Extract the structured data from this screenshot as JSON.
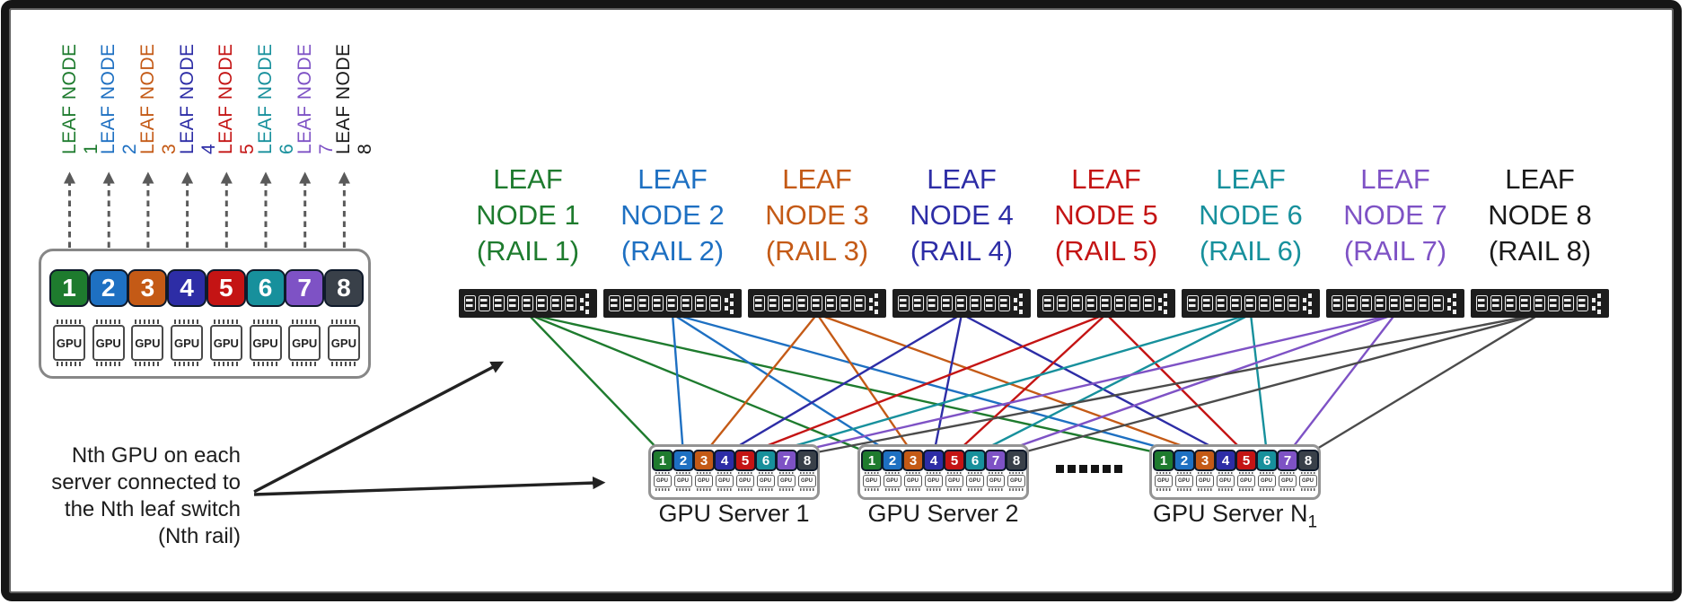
{
  "rails": [
    {
      "num": "1",
      "vertical_label": "LEAF NODE 1",
      "label_lines": [
        "LEAF",
        "NODE 1",
        "(RAIL 1)"
      ],
      "color": "#1e7b2e",
      "badge_color": "#1e7b2e",
      "line_color": "#1e7b2e"
    },
    {
      "num": "2",
      "vertical_label": "LEAF NODE 2",
      "label_lines": [
        "LEAF",
        "NODE 2",
        "(RAIL 2)"
      ],
      "color": "#1e70c2",
      "badge_color": "#1e70c2",
      "line_color": "#1e70c2"
    },
    {
      "num": "3",
      "vertical_label": "LEAF NODE 3",
      "label_lines": [
        "LEAF",
        "NODE 3",
        "(RAIL 3)"
      ],
      "color": "#c45a16",
      "badge_color": "#c45a16",
      "line_color": "#c45a16"
    },
    {
      "num": "4",
      "vertical_label": "LEAF NODE 4",
      "label_lines": [
        "LEAF",
        "NODE 4",
        "(RAIL 4)"
      ],
      "color": "#2d2da6",
      "badge_color": "#2d2da6",
      "line_color": "#2d2da6"
    },
    {
      "num": "5",
      "vertical_label": "LEAF NODE 5",
      "label_lines": [
        "LEAF",
        "NODE 5",
        "(RAIL 5)"
      ],
      "color": "#c41414",
      "badge_color": "#c41414",
      "line_color": "#c41414"
    },
    {
      "num": "6",
      "vertical_label": "LEAF NODE 6",
      "label_lines": [
        "LEAF",
        "NODE 6",
        "(RAIL 6)"
      ],
      "color": "#17909c",
      "badge_color": "#17909c",
      "line_color": "#17909c"
    },
    {
      "num": "7",
      "vertical_label": "LEAF NODE 7",
      "label_lines": [
        "LEAF",
        "NODE 7",
        "(RAIL 7)"
      ],
      "color": "#7e52c5",
      "badge_color": "#7e52c5",
      "line_color": "#7e52c5"
    },
    {
      "num": "8",
      "vertical_label": "LEAF NODE 8",
      "label_lines": [
        "LEAF",
        "NODE 8",
        "(RAIL 8)"
      ],
      "color": "#1a1a1a",
      "badge_color": "#394049",
      "line_color": "#4b4b4b"
    }
  ],
  "gpu_chip_text": "GPU",
  "annotation": {
    "lines": [
      "Nth GPU on each",
      "server connected to",
      "the Nth leaf switch",
      "(Nth rail)"
    ]
  },
  "servers": [
    {
      "name": "GPU Server 1",
      "name_sub": ""
    },
    {
      "name": "GPU Server 2",
      "name_sub": ""
    },
    {
      "name": "GPU Server N",
      "name_sub": "1"
    }
  ],
  "separator_dots": 6,
  "switch_port_count": 8,
  "palette": {
    "switch_body": "#1d1d1d",
    "switch_port": "#ededed",
    "arrow_gray": "#5a5a5a",
    "arrow_black": "#222222",
    "box_border": "#8a8a8a",
    "badge_text": "#ffffff"
  }
}
